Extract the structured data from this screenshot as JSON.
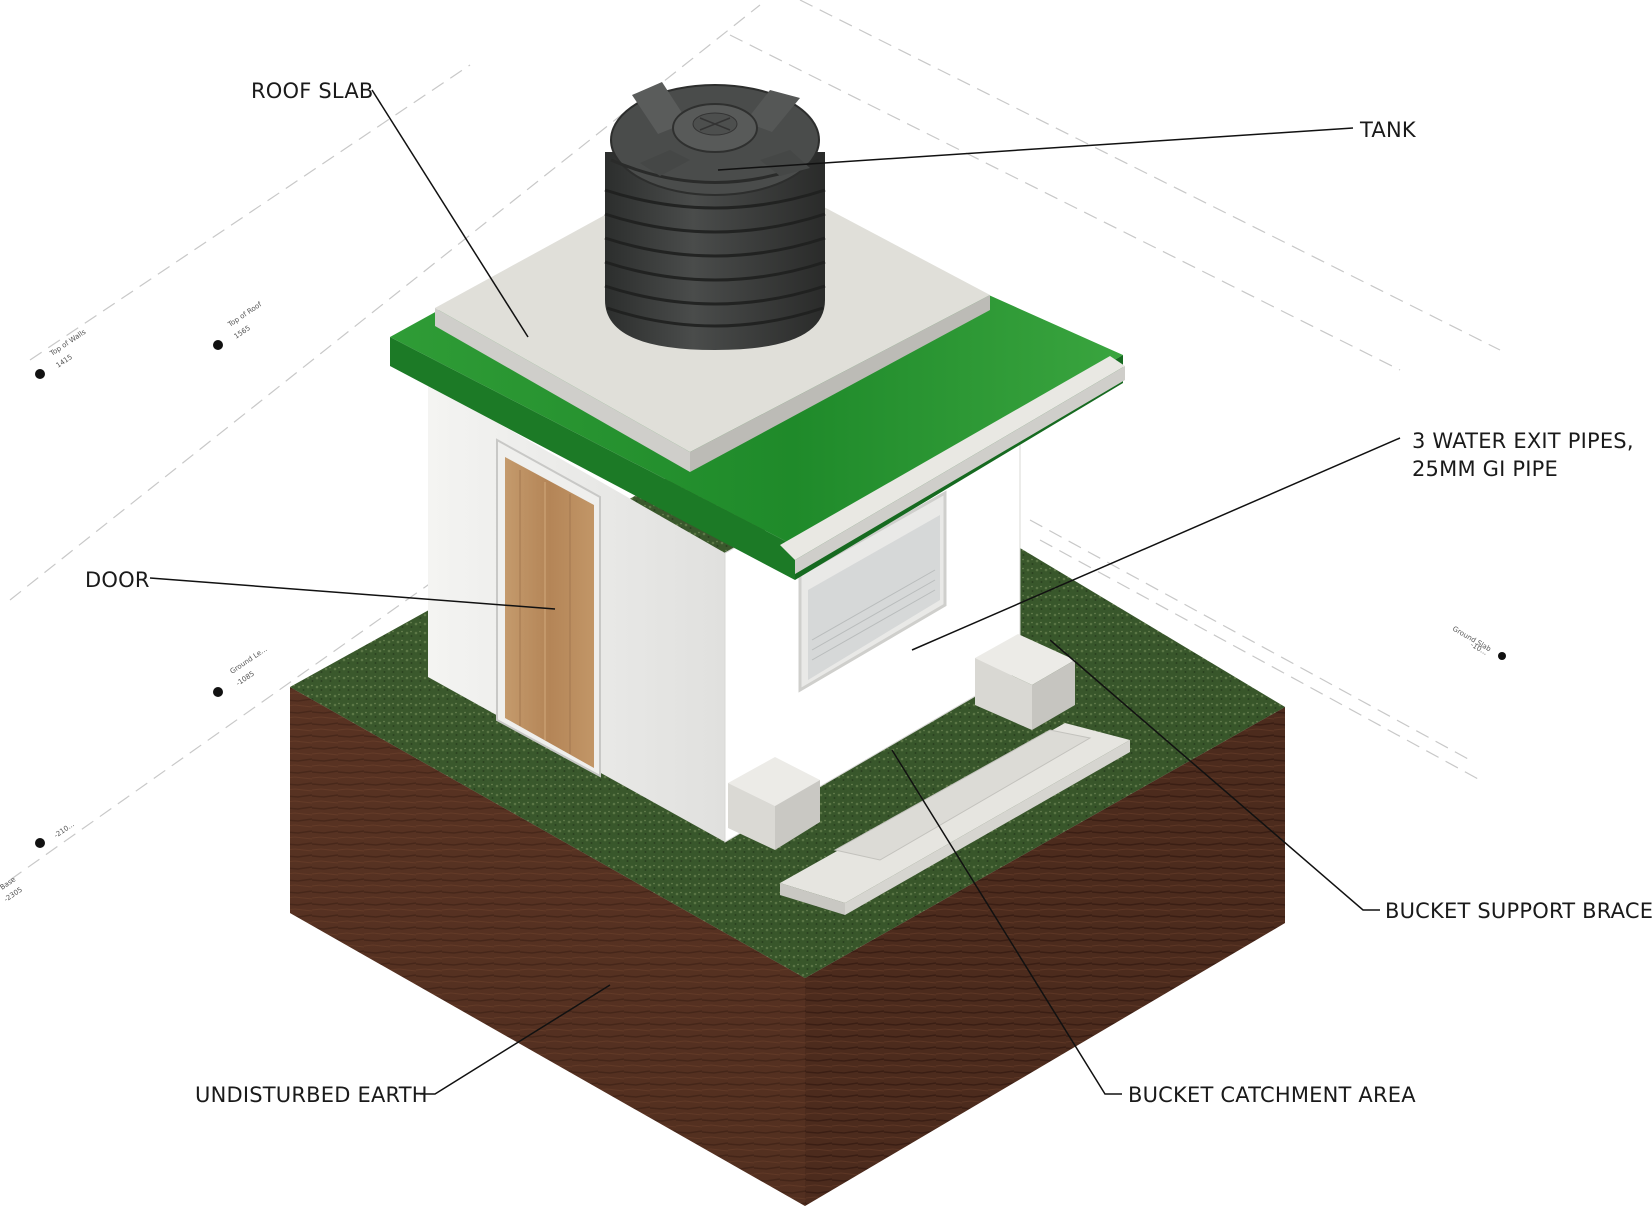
{
  "labels": {
    "roof_slab": "ROOF SLAB",
    "tank": "TANK",
    "exit_pipes_line1": "3 WATER EXIT PIPES,",
    "exit_pipes_line2": "25MM GI PIPE",
    "door": "DOOR",
    "bucket_support_brace": "BUCKET SUPPORT BRACE",
    "bucket_catchment_area": "BUCKET CATCHMENT AREA",
    "undisturbed_earth": "UNDISTURBED EARTH"
  },
  "levels": [
    {
      "name": "Top of Walls",
      "value": "1415"
    },
    {
      "name": "Top of Roof",
      "value": "1565"
    },
    {
      "name": "Ground Le...",
      "value": "-1085"
    },
    {
      "name": "",
      "value": "-210..."
    },
    {
      "name": "Base",
      "value": "-2305"
    },
    {
      "name": "Ground Slab",
      "value": "-10..."
    }
  ],
  "colors": {
    "roof_green": "#2e9b35",
    "concrete": "#e4e2dc",
    "wall": "#f2f2f0",
    "door_wood": "#b98c5f",
    "tank": "#3b3d3c",
    "grass": "#3c5a2c",
    "earth": "#5a3322"
  }
}
